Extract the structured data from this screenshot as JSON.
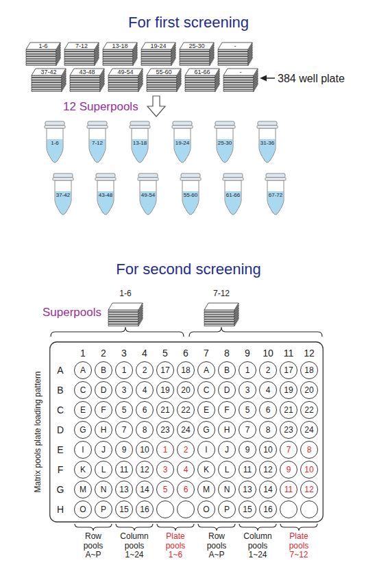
{
  "diagram": {
    "title": "For first screening",
    "nodes": [
      {
        "text": [
          "1-6"
        ]
      },
      {
        "text": [
          "7-12"
        ]
      },
      {
        "text": [
          "13-18"
        ]
      },
      {
        "text": [
          "19-24"
        ]
      },
      {
        "text": [
          "25-30"
        ]
      },
      {
        "text": [
          "-"
        ]
      },
      {
        "text": [
          "37-42"
        ]
      },
      {
        "text": [
          "43-48"
        ]
      },
      {
        "text": [
          "49-54"
        ]
      },
      {
        "text": [
          "55-60"
        ]
      },
      {
        "text": [
          "61-66"
        ]
      },
      {
        "text": [
          "-"
        ]
      },
      {
        "text": [
          "1-6"
        ]
      },
      {
        "text": [
          "7-12"
        ]
      },
      {
        "text": [
          "13-18"
        ]
      },
      {
        "text": [
          "19-24"
        ]
      },
      {
        "text": [
          "25-30"
        ]
      },
      {
        "text": [
          "31-36"
        ]
      },
      {
        "text": [
          "37-42"
        ]
      },
      {
        "text": [
          "43-48"
        ]
      },
      {
        "text": [
          "49-54"
        ]
      },
      {
        "text": [
          "55-60"
        ]
      },
      {
        "text": [
          "61-66"
        ]
      },
      {
        "text": [
          "67-72"
        ]
      },
      {
        "text": [
          "1-6"
        ]
      },
      {
        "text": [
          "7-12"
        ]
      },
      {
        "text": [
          "1",
          "2",
          "3",
          "4",
          "5",
          "6",
          "7",
          "8",
          "9",
          "10",
          "11",
          "12",
          "A",
          "B",
          "C",
          "D",
          "E",
          "F",
          "G",
          "H"
        ]
      },
      {
        "text": [
          "A"
        ],
        "in": 26
      },
      {
        "text": [
          "B"
        ],
        "in": 26
      },
      {
        "text": [
          "1"
        ],
        "in": 26
      },
      {
        "text": [
          "2"
        ],
        "in": 26
      },
      {
        "text": [
          "17"
        ],
        "in": 26
      },
      {
        "text": [
          "18"
        ],
        "in": 26
      },
      {
        "text": [
          "A"
        ],
        "in": 26
      },
      {
        "text": [
          "B"
        ],
        "in": 26
      },
      {
        "text": [
          "1"
        ],
        "in": 26
      },
      {
        "text": [
          "2"
        ],
        "in": 26
      },
      {
        "text": [
          "17"
        ],
        "in": 26
      },
      {
        "text": [
          "18"
        ],
        "in": 26
      },
      {
        "text": [
          "C"
        ],
        "in": 26
      },
      {
        "text": [
          "D"
        ],
        "in": 26
      },
      {
        "text": [
          "3"
        ],
        "in": 26
      },
      {
        "text": [
          "4"
        ],
        "in": 26
      },
      {
        "text": [
          "19"
        ],
        "in": 26
      },
      {
        "text": [
          "20"
        ],
        "in": 26
      },
      {
        "text": [
          "C"
        ],
        "in": 26
      },
      {
        "text": [
          "D"
        ],
        "in": 26
      },
      {
        "text": [
          "3"
        ],
        "in": 26
      },
      {
        "text": [
          "4"
        ],
        "in": 26
      },
      {
        "text": [
          "19"
        ],
        "in": 26
      },
      {
        "text": [
          "20"
        ],
        "in": 26
      },
      {
        "text": [
          "E"
        ],
        "in": 26
      },
      {
        "text": [
          "F"
        ],
        "in": 26
      },
      {
        "text": [
          "5"
        ],
        "in": 26
      },
      {
        "text": [
          "6"
        ],
        "in": 26
      },
      {
        "text": [
          "21"
        ],
        "in": 26
      },
      {
        "text": [
          "22"
        ],
        "in": 26
      },
      {
        "text": [
          "E"
        ],
        "in": 26
      },
      {
        "text": [
          "F"
        ],
        "in": 26
      },
      {
        "text": [
          "5"
        ],
        "in": 26
      },
      {
        "text": [
          "6"
        ],
        "in": 26
      },
      {
        "text": [
          "21"
        ],
        "in": 26
      },
      {
        "text": [
          "22"
        ],
        "in": 26
      },
      {
        "text": [
          "G"
        ],
        "in": 26
      },
      {
        "text": [
          "H"
        ],
        "in": 26
      },
      {
        "text": [
          "7"
        ],
        "in": 26
      },
      {
        "text": [
          "8"
        ],
        "in": 26
      },
      {
        "text": [
          "23"
        ],
        "in": 26
      },
      {
        "text": [
          "24"
        ],
        "in": 26
      },
      {
        "text": [
          "G"
        ],
        "in": 26
      },
      {
        "text": [
          "H"
        ],
        "in": 26
      },
      {
        "text": [
          "7"
        ],
        "in": 26
      },
      {
        "text": [
          "8"
        ],
        "in": 26
      },
      {
        "text": [
          "23"
        ],
        "in": 26
      },
      {
        "text": [
          "24"
        ],
        "in": 26
      },
      {
        "text": [
          "I"
        ],
        "in": 26
      },
      {
        "text": [
          "J"
        ],
        "in": 26
      },
      {
        "text": [
          "9"
        ],
        "in": 26
      },
      {
        "text": [
          "10"
        ],
        "in": 26
      },
      {
        "text": [
          "1"
        ],
        "in": 26
      },
      {
        "text": [
          "2"
        ],
        "in": 26
      },
      {
        "text": [
          "I"
        ],
        "in": 26
      },
      {
        "text": [
          "J"
        ],
        "in": 26
      },
      {
        "text": [
          "9"
        ],
        "in": 26
      },
      {
        "text": [
          "10"
        ],
        "in": 26
      },
      {
        "text": [
          "7"
        ],
        "in": 26
      },
      {
        "text": [
          "8"
        ],
        "in": 26
      },
      {
        "text": [
          "K"
        ],
        "in": 26
      },
      {
        "text": [
          "L"
        ],
        "in": 26
      },
      {
        "text": [
          "11"
        ],
        "in": 26
      },
      {
        "text": [
          "12"
        ],
        "in": 26
      },
      {
        "text": [
          "3"
        ],
        "in": 26
      },
      {
        "text": [
          "4"
        ],
        "in": 26
      },
      {
        "text": [
          "K"
        ],
        "in": 26
      },
      {
        "text": [
          "L"
        ],
        "in": 26
      },
      {
        "text": [
          "11"
        ],
        "in": 26
      },
      {
        "text": [
          "12"
        ],
        "in": 26
      },
      {
        "text": [
          "9"
        ],
        "in": 26
      },
      {
        "text": [
          "10"
        ],
        "in": 26
      },
      {
        "text": [
          "M"
        ],
        "in": 26
      },
      {
        "text": [
          "N"
        ],
        "in": 26
      },
      {
        "text": [
          "13"
        ],
        "in": 26
      },
      {
        "text": [
          "14"
        ],
        "in": 26
      },
      {
        "text": [
          "5"
        ],
        "in": 26
      },
      {
        "text": [
          "6"
        ],
        "in": 26
      },
      {
        "text": [
          "M"
        ],
        "in": 26
      },
      {
        "text": [
          "N"
        ],
        "in": 26
      },
      {
        "text": [
          "13"
        ],
        "in": 26
      },
      {
        "text": [
          "14"
        ],
        "in": 26
      },
      {
        "text": [
          "11"
        ],
        "in": 26
      },
      {
        "text": [
          "12"
        ],
        "in": 26
      },
      {
        "text": [
          "O"
        ],
        "in": 26
      },
      {
        "text": [
          "P"
        ],
        "in": 26
      },
      {
        "text": [
          "15"
        ],
        "in": 26
      },
      {
        "text": [
          "16"
        ],
        "in": 26
      },
      {
        "text": [
          "O"
        ],
        "in": 26
      },
      {
        "text": [
          "P"
        ],
        "in": 26
      },
      {
        "text": [
          "15"
        ],
        "in": 26
      },
      {
        "text": [
          "16"
        ],
        "in": 26
      }
    ],
    "labels": [
      "For second screening",
      "384 well plate",
      "12 Superpools",
      "Superpools",
      "Matrix pools plate loading pattern",
      "Row pools A~P",
      "Column pools 1~24",
      "Plate pools 1~6",
      "Row pools A~P",
      "Column pools 1~24",
      "Plate pools 7~12"
    ]
  }
}
